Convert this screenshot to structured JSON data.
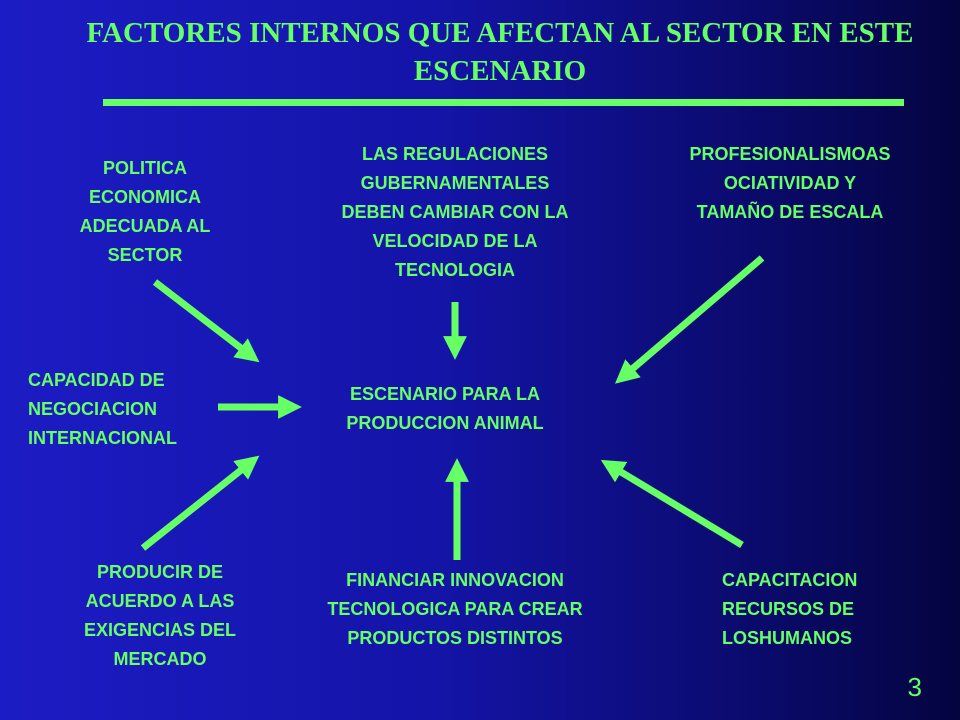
{
  "title": "FACTORES INTERNOS QUE AFECTAN AL SECTOR EN ESTE ESCENARIO",
  "center": "ESCENARIO PARA LA\nPRODUCCION ANIMAL",
  "factors": {
    "top_left": "POLITICA\nECONOMICA\nADECUADA AL\nSECTOR",
    "top_center": "LAS REGULACIONES\nGUBERNAMENTALES\nDEBEN CAMBIAR CON LA\nVELOCIDAD DE LA\nTECNOLOGIA",
    "top_right": "PROFESIONALISMOAS\nOCIATIVIDAD Y\nTAMAÑO DE ESCALA",
    "middle_left": "CAPACIDAD DE\nNEGOCIACION\nINTERNACIONAL",
    "bottom_left": "PRODUCIR DE\nACUERDO A LAS\nEXIGENCIAS DEL\nMERCADO",
    "bottom_center": "FINANCIAR INNOVACION\nTECNOLOGICA PARA CREAR\nPRODUCTOS DISTINTOS",
    "bottom_right": "CAPACITACION\nRECURSOS DE\nLOSHUMANOS"
  },
  "slide_number": "3",
  "colors": {
    "accent": "#66ff66",
    "background": "#1414a8"
  }
}
